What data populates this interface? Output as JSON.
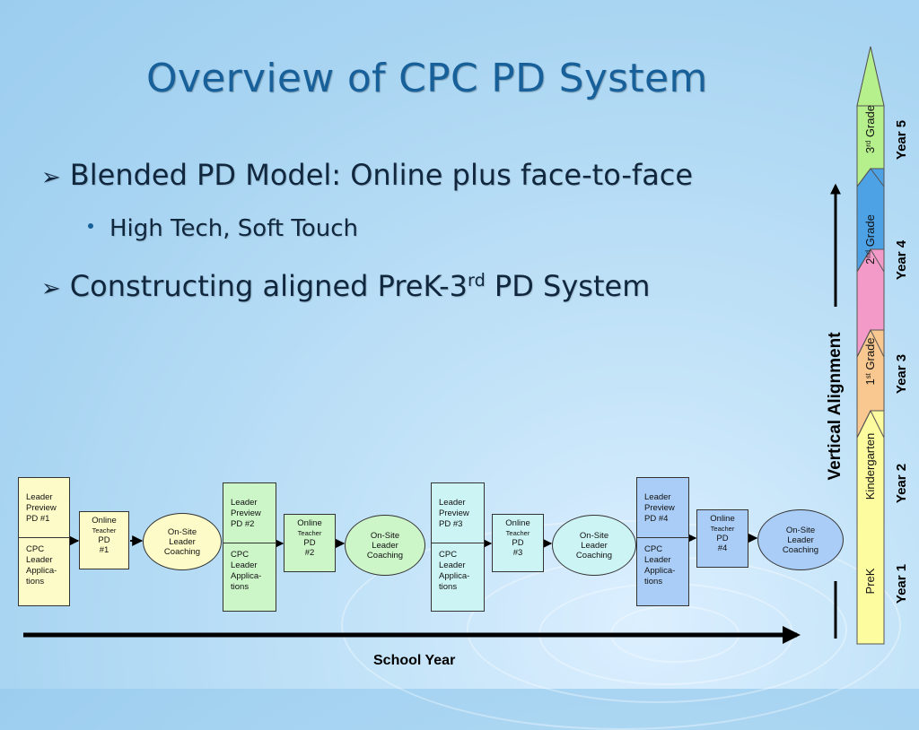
{
  "title": "Overview of CPC PD System",
  "bullets": {
    "b1": "Blended PD Model:  Online plus face-to-face",
    "b2": "High Tech, Soft Touch",
    "b3_pre": "Constructing aligned PreK-3",
    "b3_sup": "rd",
    "b3_post": " PD System"
  },
  "flow": {
    "leader_boxes": [
      {
        "top": "Leader Preview PD #1",
        "bottom": "CPC Leader Applica-tions"
      },
      {
        "top": "Leader Preview PD #2",
        "bottom": "CPC Leader Applica-tions"
      },
      {
        "top": "Leader Preview PD #3",
        "bottom": "CPC Leader Applica-tions"
      },
      {
        "top": "Leader Preview PD #4",
        "bottom": "CPC Leader Applica-tions"
      }
    ],
    "online_boxes": [
      {
        "line1": "Online",
        "line2": "Teacher",
        "line3": "PD",
        "line4": "#1"
      },
      {
        "line1": "Online",
        "line2": "Teacher",
        "line3": "PD",
        "line4": "#2"
      },
      {
        "line1": "Online",
        "line2": "Teacher",
        "line3": "PD",
        "line4": "#3"
      },
      {
        "line1": "Online",
        "line2": "Teacher",
        "line3": "PD",
        "line4": "#4"
      }
    ],
    "coaching_ovals": [
      "On-Site Leader Coaching",
      "On-Site Leader Coaching",
      "On-Site Leader Coaching",
      "On-Site Leader Coaching"
    ]
  },
  "school_year_label": "School Year",
  "vertical_alignment_label": "Vertical Alignment",
  "grades": {
    "prek": "PreK",
    "k": "Kindergarten",
    "g1_pre": "1",
    "g1_sup": "st",
    "g1_post": " Grade",
    "g2_pre": "2",
    "g2_sup": "nd",
    "g2_post": " Grade",
    "g3_pre": "3",
    "g3_sup": "rd",
    "g3_post": " Grade"
  },
  "years": [
    "Year 1",
    "Year 2",
    "Year 3",
    "Year 4",
    "Year 5"
  ],
  "colors": {
    "title": "#17609a",
    "prek": "#fdfc9e",
    "kindergarten": "#f9c890",
    "grade1": "#f49ac8",
    "grade2": "#4da2e6",
    "grade3": "#b6f08c"
  }
}
